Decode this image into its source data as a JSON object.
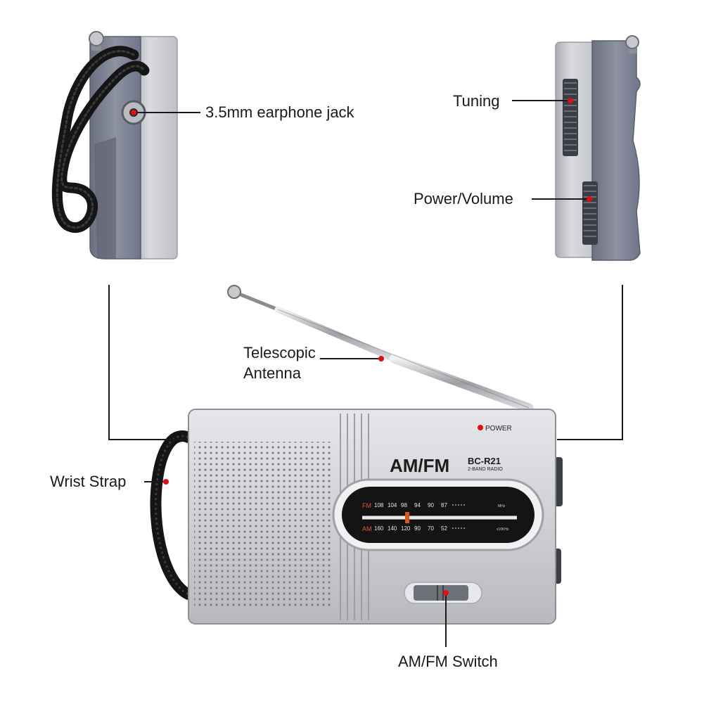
{
  "labels": {
    "earphone_jack": "3.5mm earphone jack",
    "tuning": "Tuning",
    "power_volume": "Power/Volume",
    "antenna_line1": "Telescopic",
    "antenna_line2": "Antenna",
    "wrist_strap": "Wrist Strap",
    "amfm_switch": "AM/FM Switch"
  },
  "radio": {
    "brand": "AM/FM",
    "model": "BC-R21",
    "subtitle": "2-BAND RADIO",
    "power_label": "POWER",
    "dial": {
      "fm_label": "FM",
      "am_label": "AM",
      "fm_scale": [
        "108",
        "104",
        "98",
        "94",
        "90",
        "87"
      ],
      "fm_unit": "MHz",
      "am_scale": [
        "160",
        "140",
        "120",
        "90",
        "70",
        "52"
      ],
      "am_unit": "x10KHz"
    }
  },
  "colors": {
    "marker": "#e01010",
    "leader": "#1a1a1a",
    "silver": "#c9cbcf",
    "dark_body": "#7c8190"
  }
}
